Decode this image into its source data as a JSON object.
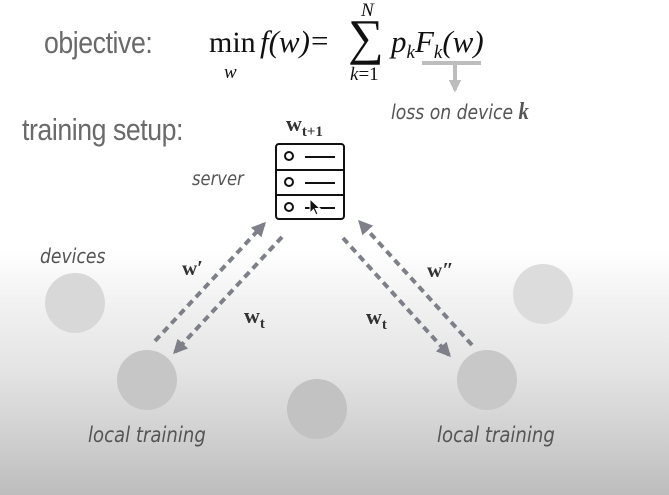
{
  "headings": {
    "objective": "objective:",
    "training_setup": "training setup:"
  },
  "formula": {
    "min": "min",
    "min_subscript": "w",
    "f_of_w": "f(w)",
    "equals": "=",
    "sigma": "∑",
    "sum_upper": "N",
    "sum_lower_var": "k",
    "sum_lower_rest": "=1",
    "p": "p",
    "p_sub": "k",
    "F": "F",
    "F_sub": "k",
    "F_arg": "(w)"
  },
  "annotation": {
    "loss_text": "loss on device ",
    "loss_k": "k"
  },
  "diagram": {
    "server_label": "server",
    "devices_label": "devices",
    "local_training_left": "local training",
    "local_training_right": "local training",
    "w_next": "w",
    "w_next_sub": "t+1",
    "w_prime": "w′",
    "w_t_left": "w",
    "w_t_left_sub": "t",
    "w_double_prime": "w″",
    "w_t_right": "w",
    "w_t_right_sub": "t",
    "server_icon": "server-rack-icon",
    "cursor_icon": "mouse-pointer-icon"
  },
  "colors": {
    "arrow": "#7d8088",
    "annotation_arrow": "#bdbdbd",
    "device_light": "#d9d9d9",
    "device_dark": "#c4c4c4"
  }
}
